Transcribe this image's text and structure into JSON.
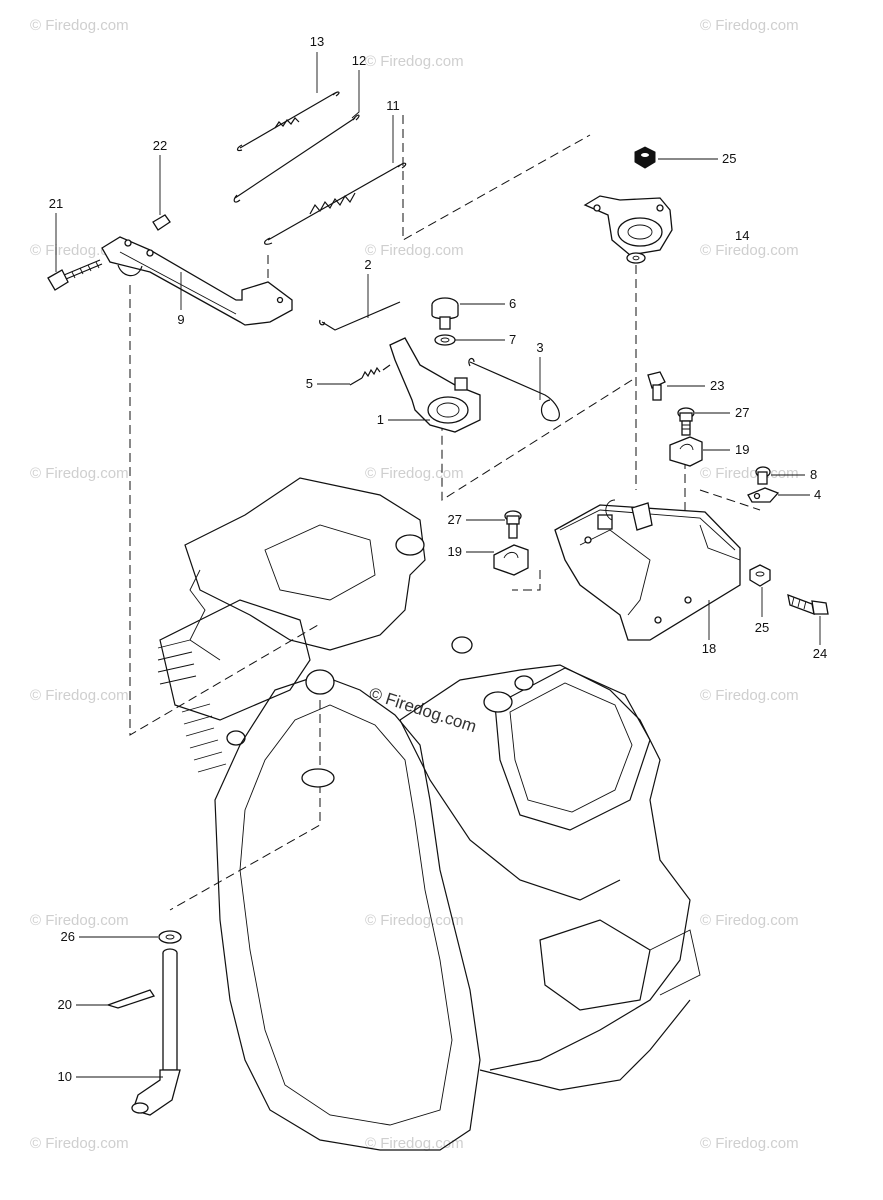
{
  "watermark": {
    "text": "© Firedog.com",
    "center_text": "© Firedog.com"
  },
  "callouts": [
    {
      "id": "1",
      "label": "1"
    },
    {
      "id": "2",
      "label": "2"
    },
    {
      "id": "3",
      "label": "3"
    },
    {
      "id": "4",
      "label": "4"
    },
    {
      "id": "5",
      "label": "5"
    },
    {
      "id": "6",
      "label": "6"
    },
    {
      "id": "7",
      "label": "7"
    },
    {
      "id": "8",
      "label": "8"
    },
    {
      "id": "9",
      "label": "9"
    },
    {
      "id": "10",
      "label": "10"
    },
    {
      "id": "11",
      "label": "11"
    },
    {
      "id": "12",
      "label": "12"
    },
    {
      "id": "13",
      "label": "13"
    },
    {
      "id": "14",
      "label": "14"
    },
    {
      "id": "18",
      "label": "18"
    },
    {
      "id": "19a",
      "label": "19"
    },
    {
      "id": "19b",
      "label": "19"
    },
    {
      "id": "20",
      "label": "20"
    },
    {
      "id": "21",
      "label": "21"
    },
    {
      "id": "22",
      "label": "22"
    },
    {
      "id": "23",
      "label": "23"
    },
    {
      "id": "24",
      "label": "24"
    },
    {
      "id": "25a",
      "label": "25"
    },
    {
      "id": "25b",
      "label": "25"
    },
    {
      "id": "26",
      "label": "26"
    },
    {
      "id": "27a",
      "label": "27"
    },
    {
      "id": "27b",
      "label": "27"
    }
  ]
}
